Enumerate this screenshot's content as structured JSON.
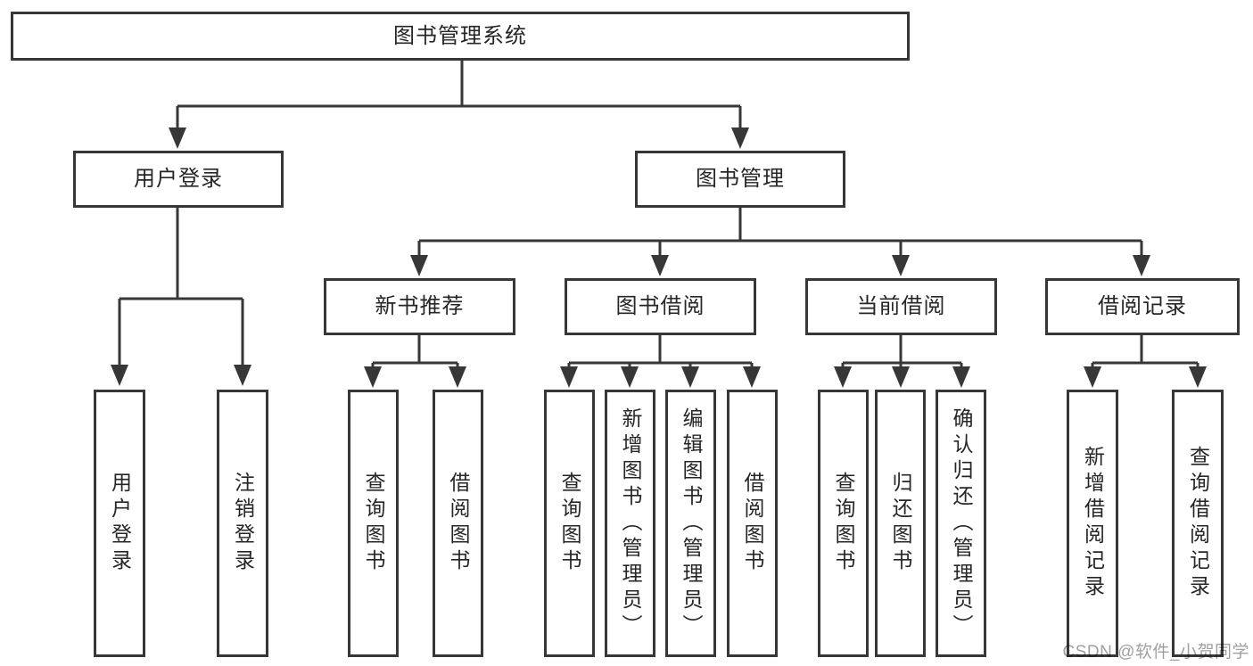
{
  "diagram": {
    "title": "图书管理系统",
    "root": {
      "label": "图书管理系统"
    },
    "level2": {
      "user_login": {
        "label": "用户登录"
      },
      "book_mgmt": {
        "label": "图书管理"
      }
    },
    "level3": {
      "new_books": {
        "label": "新书推荐"
      },
      "borrow": {
        "label": "图书借阅"
      },
      "current": {
        "label": "当前借阅"
      },
      "records": {
        "label": "借阅记录"
      }
    },
    "leaves": {
      "user_login": [
        "用户登录",
        "注销登录"
      ],
      "new_books": [
        "查询图书",
        "借阅图书"
      ],
      "borrow": [
        "查询图书",
        "新增图书（管理员）",
        "编辑图书（管理员）",
        "借阅图书"
      ],
      "current": [
        "查询图书",
        "归还图书",
        "确认归还（管理员）"
      ],
      "records": [
        "新增借阅记录",
        "查询借阅记录"
      ]
    }
  },
  "watermark": {
    "text": "CSDN @软件_小贺同学"
  },
  "colors": {
    "line": "#373737",
    "text": "#262626",
    "background": "#ffffff",
    "watermark": "#a0a0a0"
  }
}
